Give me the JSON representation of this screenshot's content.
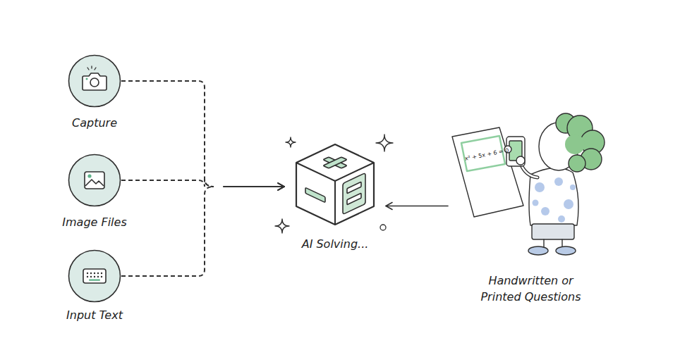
{
  "diagram": {
    "nodes": [
      {
        "text": [
          "Capture"
        ]
      },
      {
        "text": [
          "Image Files"
        ]
      },
      {
        "text": [
          "Input Text"
        ]
      },
      {
        "text": [
          "AI Solving..."
        ]
      },
      {
        "text": [
          "Handwritten or Printed Questions"
        ]
      }
    ],
    "edges": [
      {
        "from": 0,
        "to": 3,
        "arrow": "to"
      },
      {
        "from": 1,
        "to": 3,
        "arrow": "to"
      },
      {
        "from": 2,
        "to": 3,
        "arrow": "to"
      },
      {
        "from": 4,
        "to": 3,
        "arrow": "to"
      }
    ],
    "labels": [
      "x² + 5x + 6 = 0"
    ]
  }
}
